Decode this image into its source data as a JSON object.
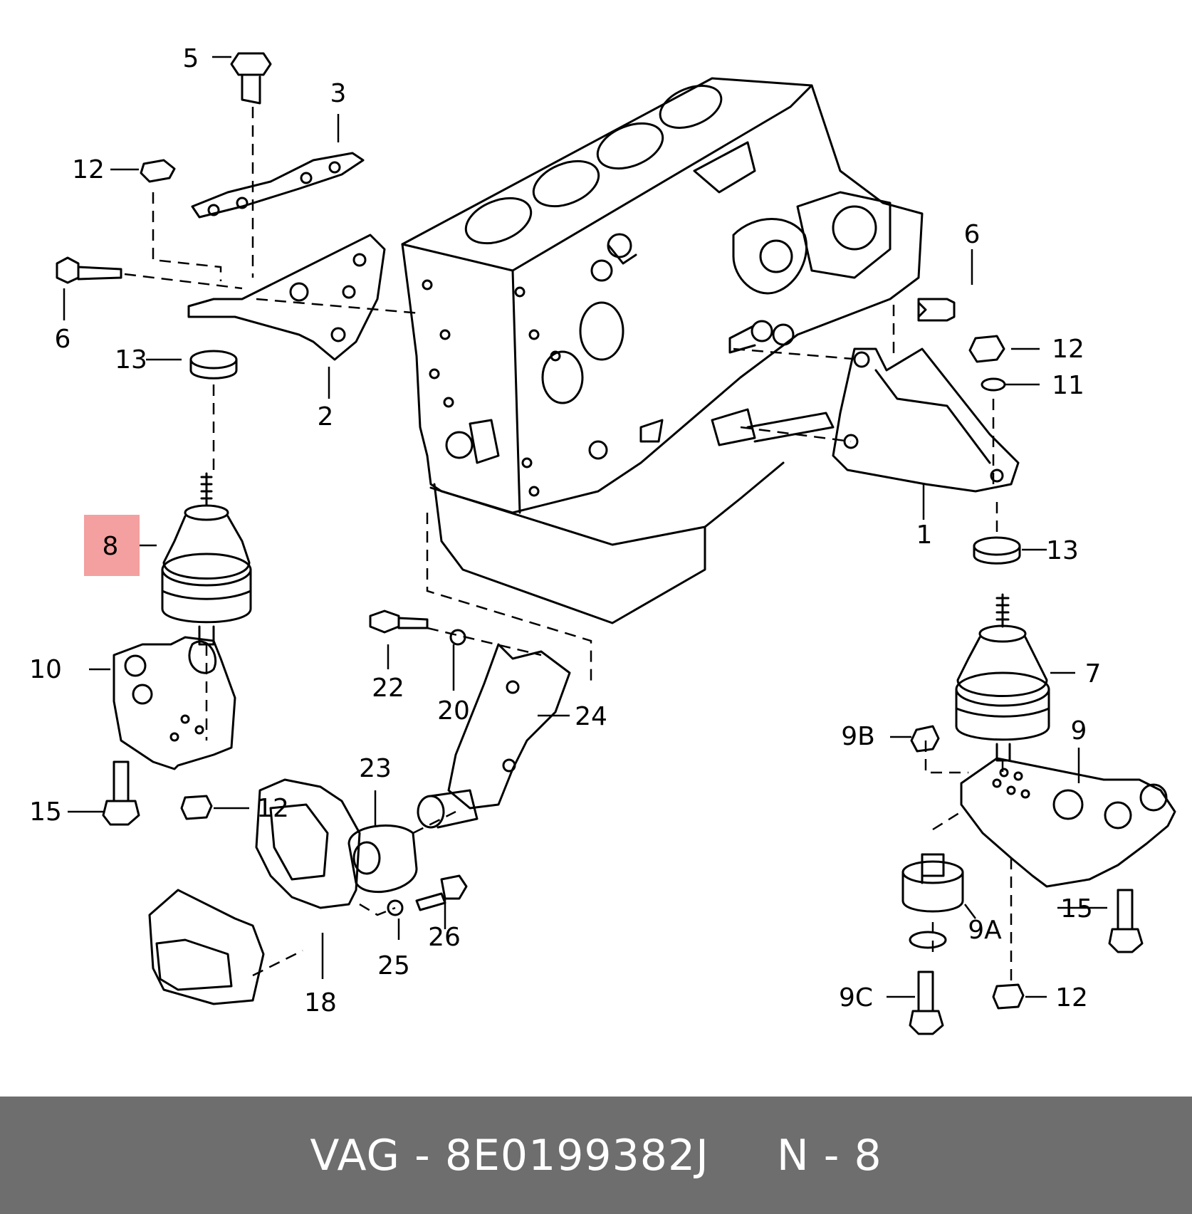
{
  "diagram": {
    "highlight_color": "#f4a0a0",
    "highlighted_callout": "8",
    "callouts": {
      "c1": "1",
      "c2": "2",
      "c3": "3",
      "c5": "5",
      "c6a": "6",
      "c6b": "6",
      "c7": "7",
      "c8": "8",
      "c9": "9",
      "c9a": "9A",
      "c9b": "9B",
      "c9c": "9C",
      "c10": "10",
      "c11": "11",
      "c12a": "12",
      "c12b": "12",
      "c12c": "12",
      "c12d": "12",
      "c13a": "13",
      "c13b": "13",
      "c15a": "15",
      "c15b": "15",
      "c18": "18",
      "c20": "20",
      "c22": "22",
      "c23": "23",
      "c24": "24",
      "c25": "25",
      "c26": "26"
    }
  },
  "footer": {
    "brand": "VAG",
    "separator": "-",
    "part_number": "8E0199382J",
    "position_label": "N - 8",
    "background": "#6e6e6e"
  }
}
